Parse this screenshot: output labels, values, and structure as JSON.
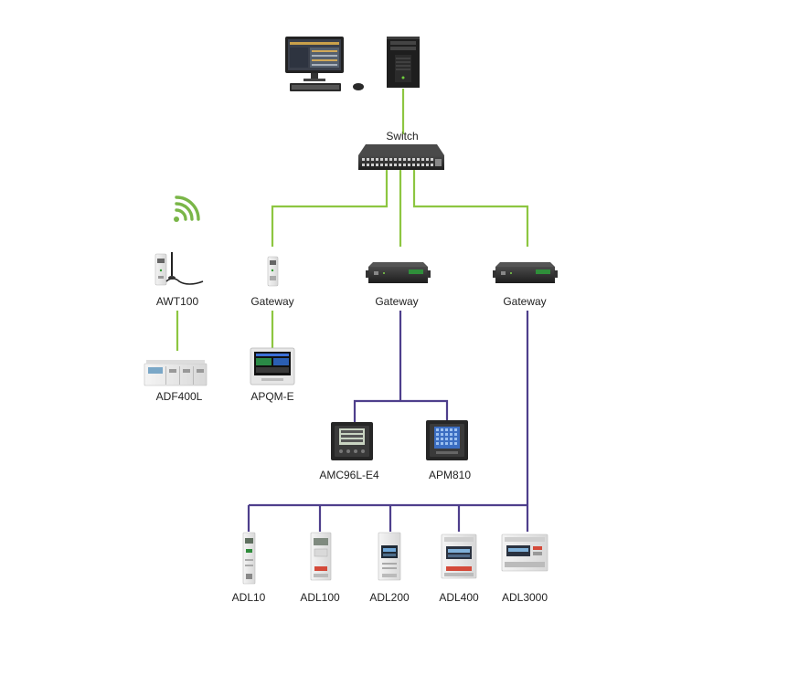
{
  "colors": {
    "ethernet": "#8dc641",
    "rs485": "#4e3f8c",
    "wifi": "#7ab648"
  },
  "labels": {
    "switch": "Switch",
    "awt100": "AWT100",
    "gateway_1": "Gateway",
    "gateway_2": "Gateway",
    "gateway_3": "Gateway",
    "adf400l": "ADF400L",
    "apqm_e": "APQM-E",
    "amc96l_e4": "AMC96L-E4",
    "apm810": "APM810",
    "adl10": "ADL10",
    "adl100": "ADL100",
    "adl200": "ADL200",
    "adl400": "ADL400",
    "adl3000": "ADL3000"
  },
  "icons": {
    "computer": "computer-icon",
    "server": "server-tower-icon",
    "switch": "network-switch-icon",
    "wifi": "wifi-icon",
    "din_gateway": "din-rail-gateway-icon",
    "box_gateway": "box-gateway-icon",
    "panel_meter": "panel-meter-icon",
    "din_meter": "din-rail-meter-icon"
  }
}
